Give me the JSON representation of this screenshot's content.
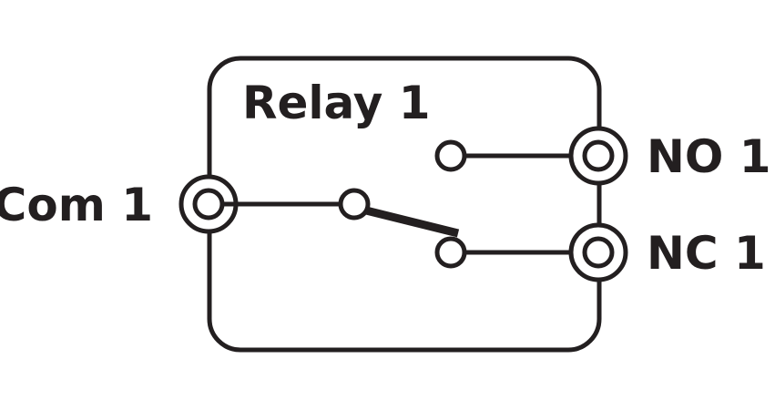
{
  "relay": {
    "title": "Relay 1",
    "common_label": "Com 1",
    "no_label": "NO 1",
    "nc_label": "NC 1",
    "switch_position": "NC"
  },
  "colors": {
    "stroke": "#231f20",
    "background": "#ffffff"
  }
}
